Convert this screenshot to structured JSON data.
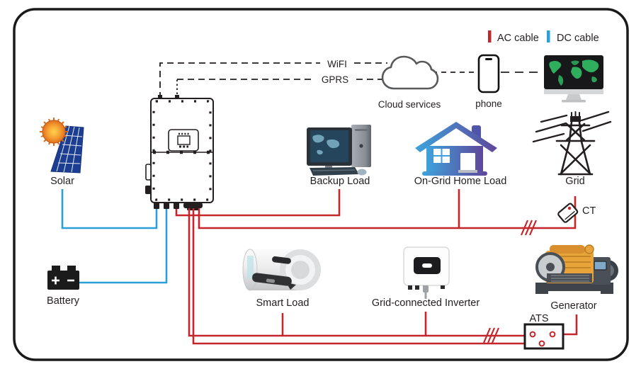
{
  "legend": {
    "items": [
      {
        "label": "AC cable",
        "color": "#c4262b"
      },
      {
        "label": "DC cable",
        "color": "#2d9fd8"
      }
    ]
  },
  "comm": {
    "wifi_label": "WiFI",
    "gprs_label": "GPRS",
    "cloud_label": "Cloud services",
    "phone_label": "phone"
  },
  "nodes": {
    "solar": {
      "label": "Solar"
    },
    "battery": {
      "label": "Battery"
    },
    "backup_load": {
      "label": "Backup Load"
    },
    "home_load": {
      "label": "On-Grid Home Load"
    },
    "grid": {
      "label": "Grid"
    },
    "ct": {
      "label": "CT"
    },
    "smart_load": {
      "label": "Smart Load"
    },
    "grid_connected_inverter": {
      "label": "Grid-connected Inverter"
    },
    "generator": {
      "label": "Generator"
    },
    "ats": {
      "label": "ATS"
    }
  },
  "colors": {
    "ac": "#c4262b",
    "dc": "#2d9fd8",
    "comm_line": "#231f20",
    "border": "#1a1a1a"
  }
}
